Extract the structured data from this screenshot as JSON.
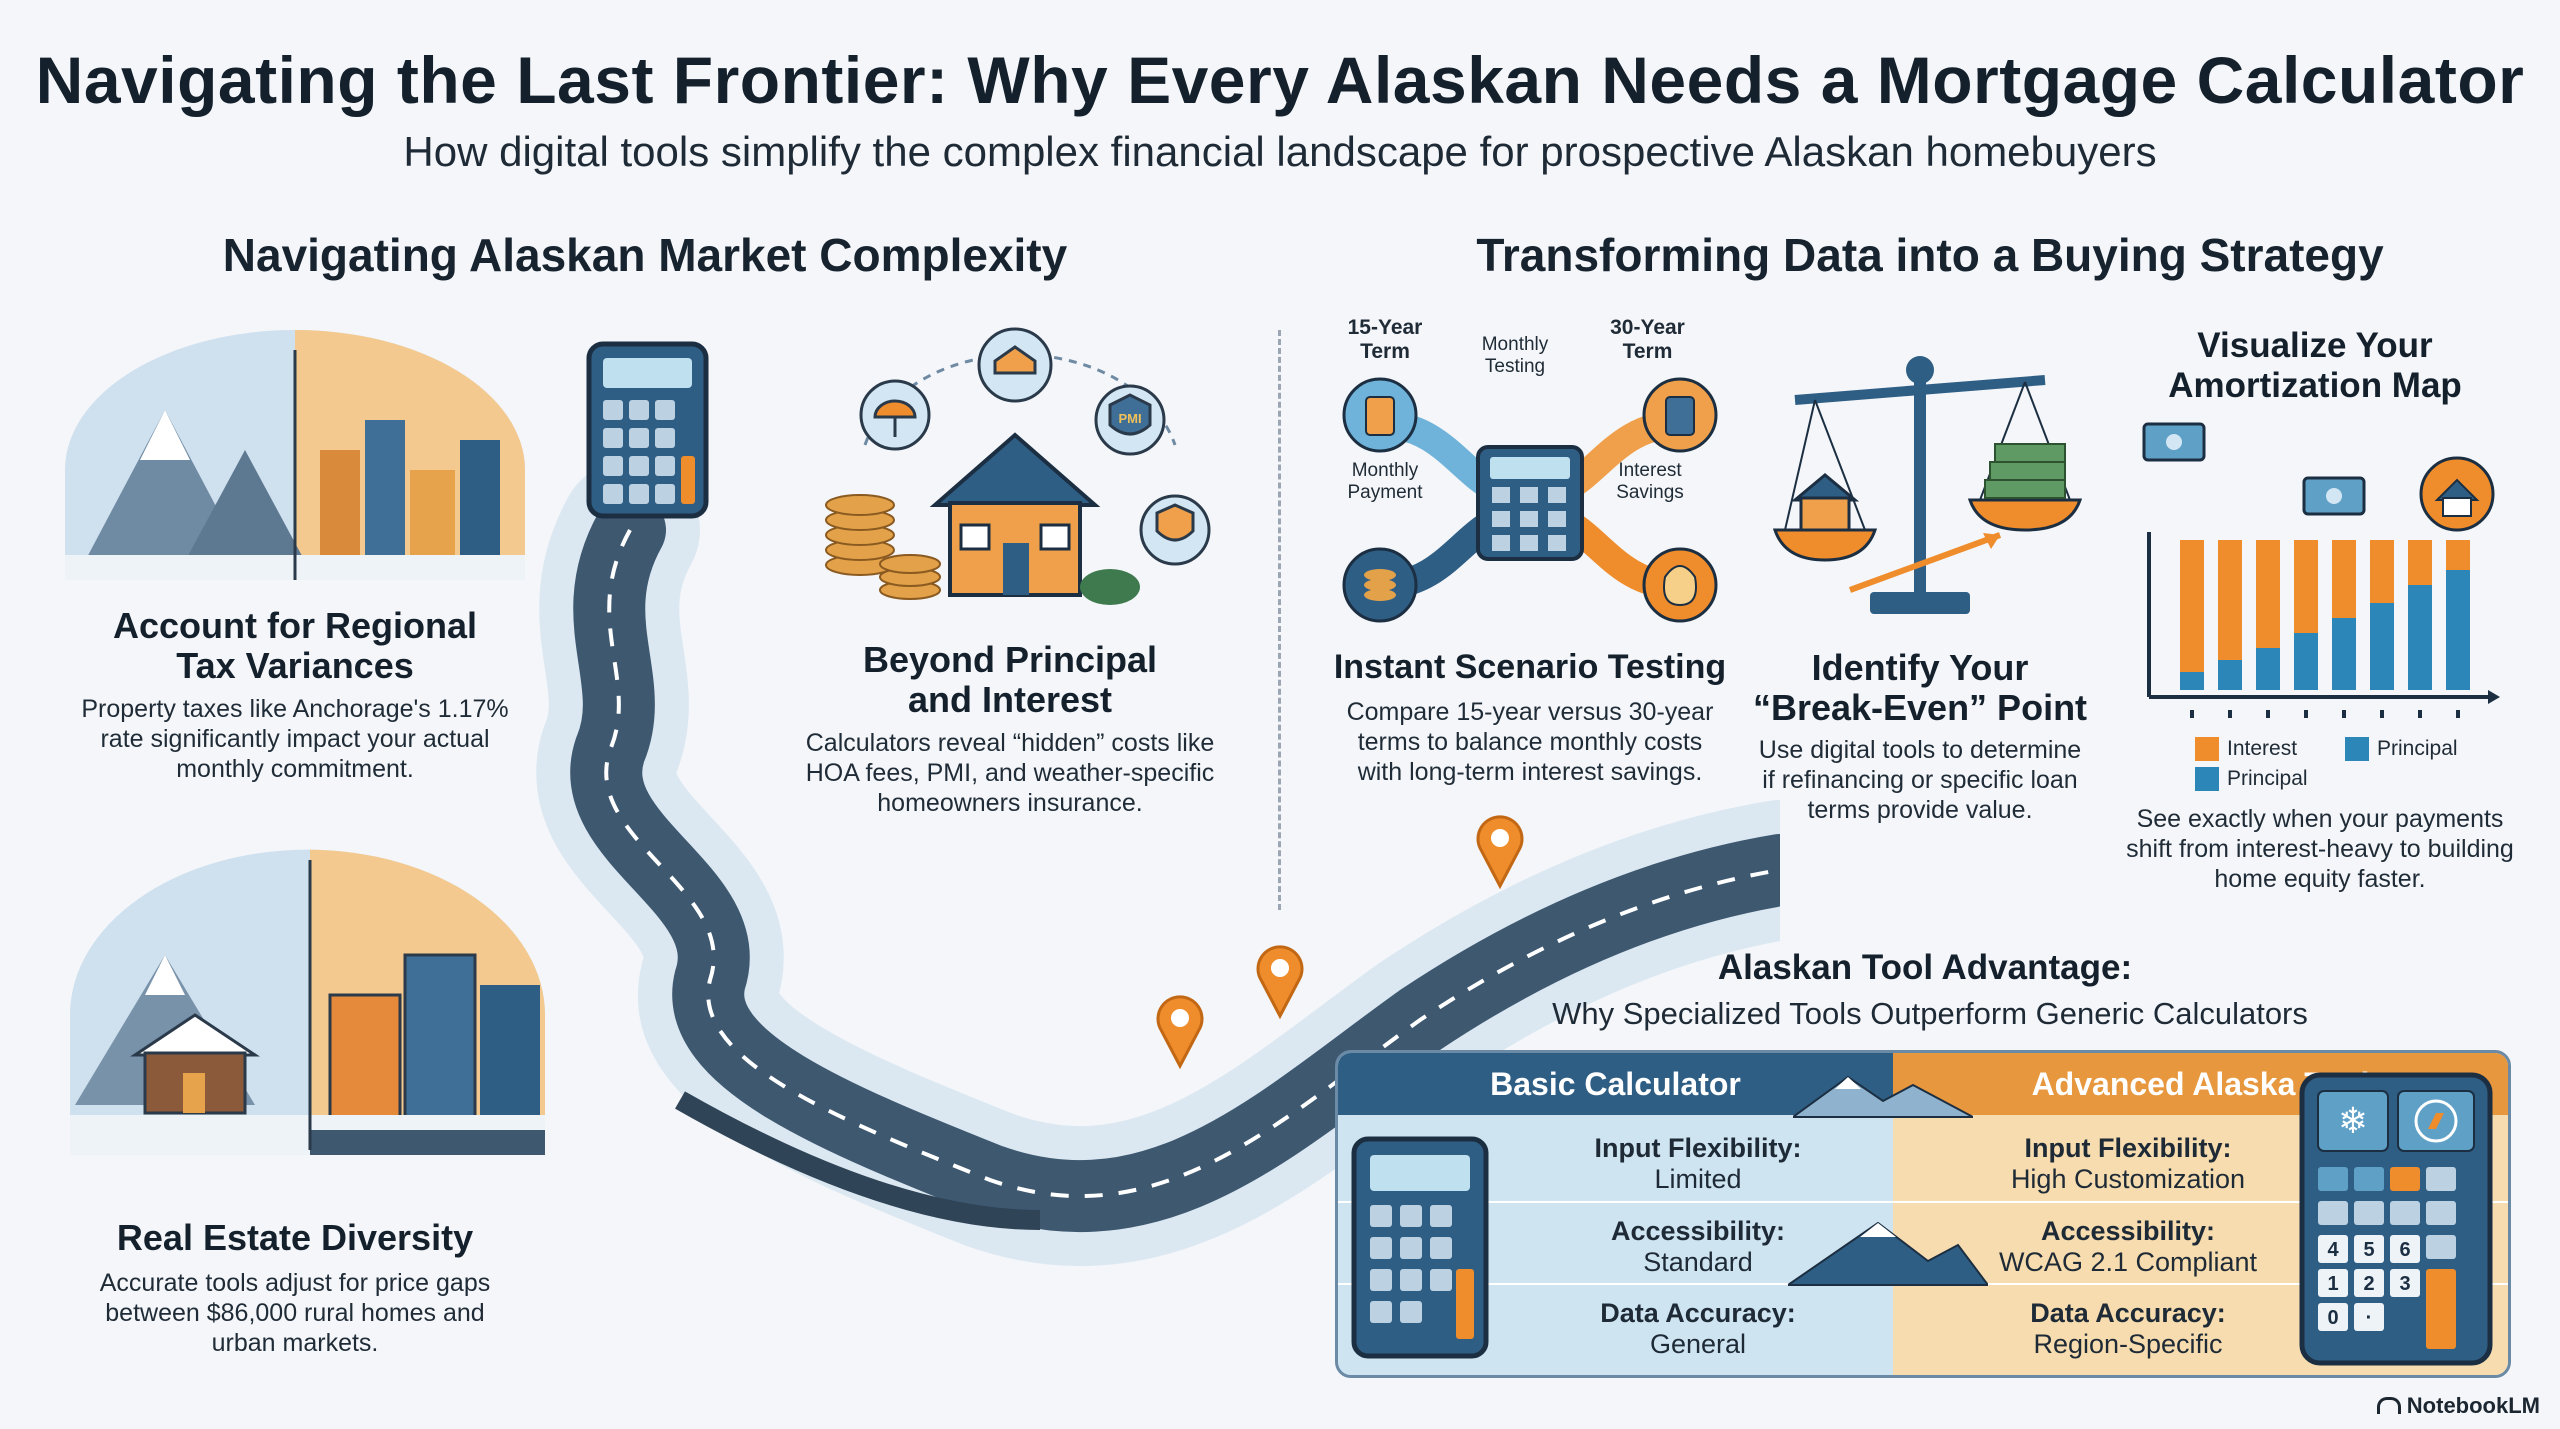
{
  "header": {
    "title": "Navigating the Last Frontier: Why Every Alaskan Needs a Mortgage Calculator",
    "subtitle": "How digital tools simplify the complex financial landscape for prospective Alaskan homebuyers"
  },
  "left_section": {
    "heading": "Navigating Alaskan Market Complexity",
    "tax": {
      "title_line1": "Account for Regional",
      "title_line2": "Tax Variances",
      "body_line1": "Property taxes like Anchorage's 1.17%",
      "body_line2": "rate significantly impact your actual",
      "body_line3": "monthly commitment."
    },
    "beyond": {
      "title_line1": "Beyond Principal",
      "title_line2": "and Interest",
      "body_line1": "Calculators reveal “hidden” costs like",
      "body_line2": "HOA fees, PMI, and weather-specific",
      "body_line3": "homeowners insurance."
    },
    "diversity": {
      "title": "Real Estate Diversity",
      "body_line1": "Accurate tools adjust for price gaps",
      "body_line2": "between $86,000 rural homes and",
      "body_line3": "urban markets."
    },
    "badge_text": "PMI"
  },
  "right_section": {
    "heading": "Transforming Data into a Buying Strategy",
    "scenario": {
      "label_15_line1": "15-Year",
      "label_15_line2": "Term",
      "label_monthly_testing_line1": "Monthly",
      "label_monthly_testing_line2": "Testing",
      "label_30_line1": "30-Year",
      "label_30_line2": "Term",
      "label_monthly_payment_line1": "Monthly",
      "label_monthly_payment_line2": "Payment",
      "label_interest_savings_line1": "Interest",
      "label_interest_savings_line2": "Savings",
      "title": "Instant Scenario Testing",
      "body_line1": "Compare 15-year versus 30-year",
      "body_line2": "terms to balance monthly costs",
      "body_line3": "with long-term interest savings."
    },
    "breakeven": {
      "title_line1": "Identify Your",
      "title_line2": "“Break-Even” Point",
      "body_line1": "Use digital tools to determine",
      "body_line2": "if refinancing or specific loan",
      "body_line3": "terms provide value."
    },
    "amortization": {
      "title_line1": "Visualize Your",
      "title_line2": "Amortization Map",
      "legend_interest": "Interest",
      "legend_principal": "Principal",
      "legend_principal_2": "Principal",
      "body_line1": "See exactly when your payments",
      "body_line2": "shift from interest-heavy to building",
      "body_line3": "home equity faster.",
      "interest_share": [
        0.88,
        0.8,
        0.72,
        0.62,
        0.52,
        0.42,
        0.3,
        0.2
      ],
      "colors": {
        "interest": "#ef8c2c",
        "principal": "#2d86b8"
      }
    },
    "tool_advantage": {
      "title": "Alaskan Tool Advantage:",
      "subtitle": "Why Specialized Tools Outperform Generic Calculators",
      "basic_header": "Basic Calculator",
      "advanced_header": "Advanced Alaska Tool",
      "rows": [
        {
          "label": "Input Flexibility:",
          "basic": "Limited",
          "advanced_label": "Input Flexibility:",
          "advanced": "High Customization"
        },
        {
          "label": "Accessibility:",
          "basic": "Standard",
          "advanced_label": "Accessibility:",
          "advanced": "WCAG 2.1 Compliant"
        },
        {
          "label": "Data Accuracy:",
          "basic": "General",
          "advanced_label": "Data Accuracy:",
          "advanced": "Region-Specific"
        }
      ],
      "keypad": [
        "4",
        "5",
        "6",
        "1",
        "2",
        "3",
        "0",
        "·"
      ]
    }
  },
  "footer": {
    "credit": "NotebookLM"
  }
}
